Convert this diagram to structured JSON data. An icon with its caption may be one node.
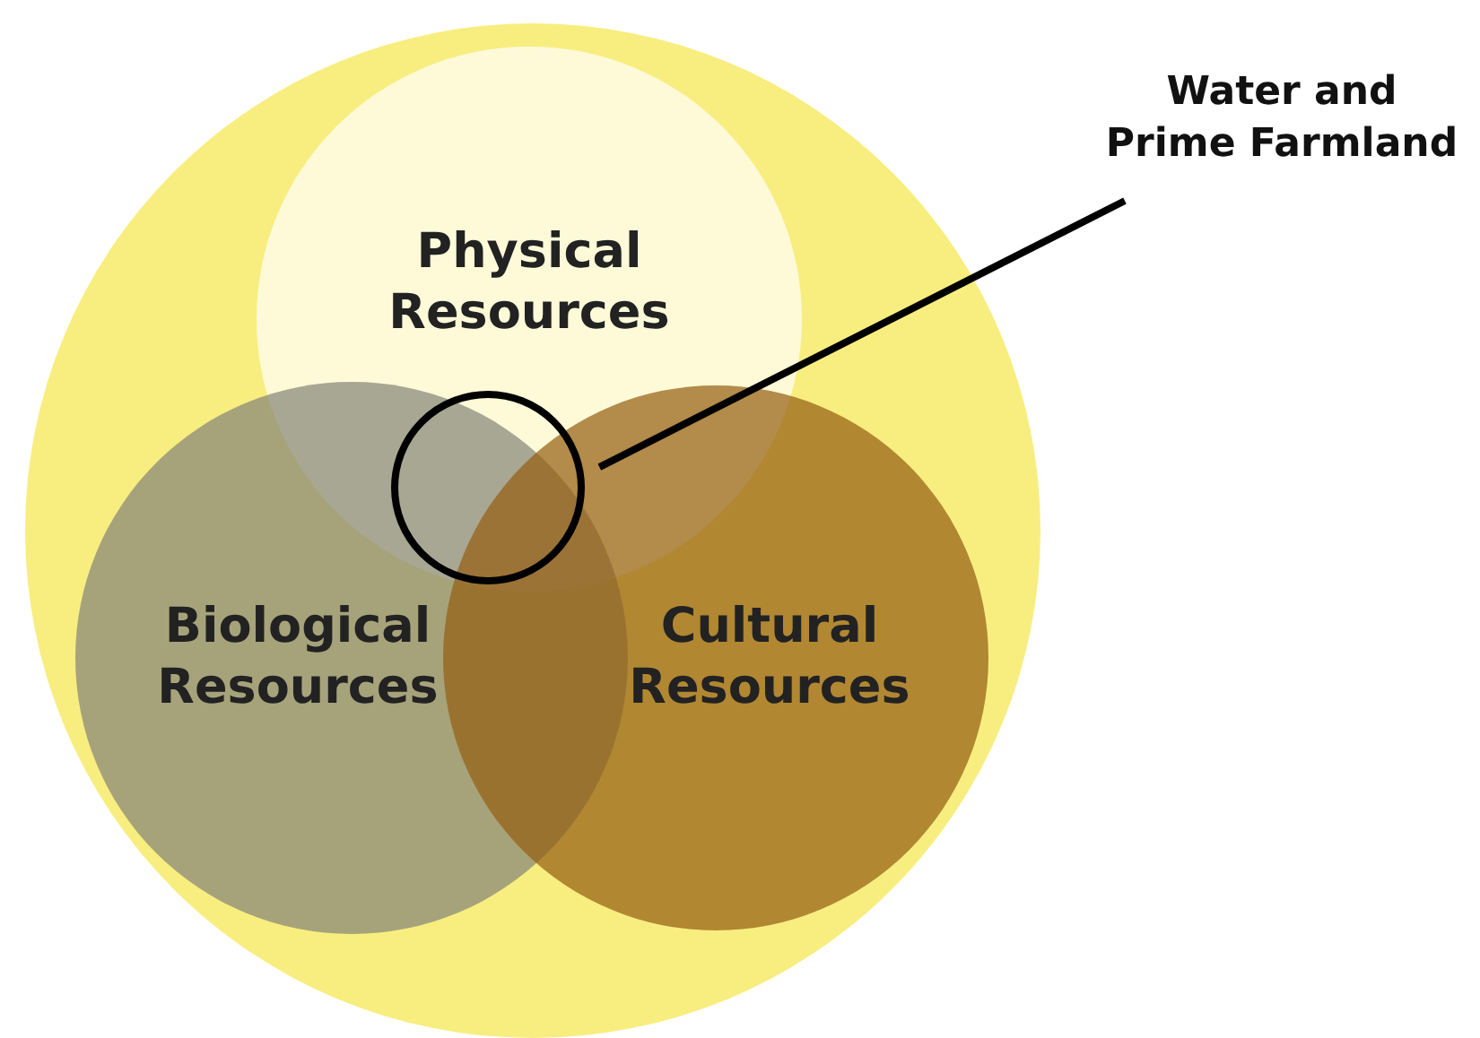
{
  "diagram": {
    "nodes": [
      {
        "text": [],
        "shape": "circle"
      },
      {
        "text": [
          "Physical Resources"
        ],
        "in": 0
      },
      {
        "text": [
          "Biological Resources"
        ],
        "in": 0
      },
      {
        "text": [
          "Cultural Resources"
        ],
        "in": 0
      },
      {
        "text": [],
        "shape": "circle"
      },
      {
        "text": [
          "Water and Prime Farmland"
        ]
      }
    ],
    "edges": [
      {
        "from": 5,
        "to": 4,
        "arrow": "none"
      }
    ]
  }
}
